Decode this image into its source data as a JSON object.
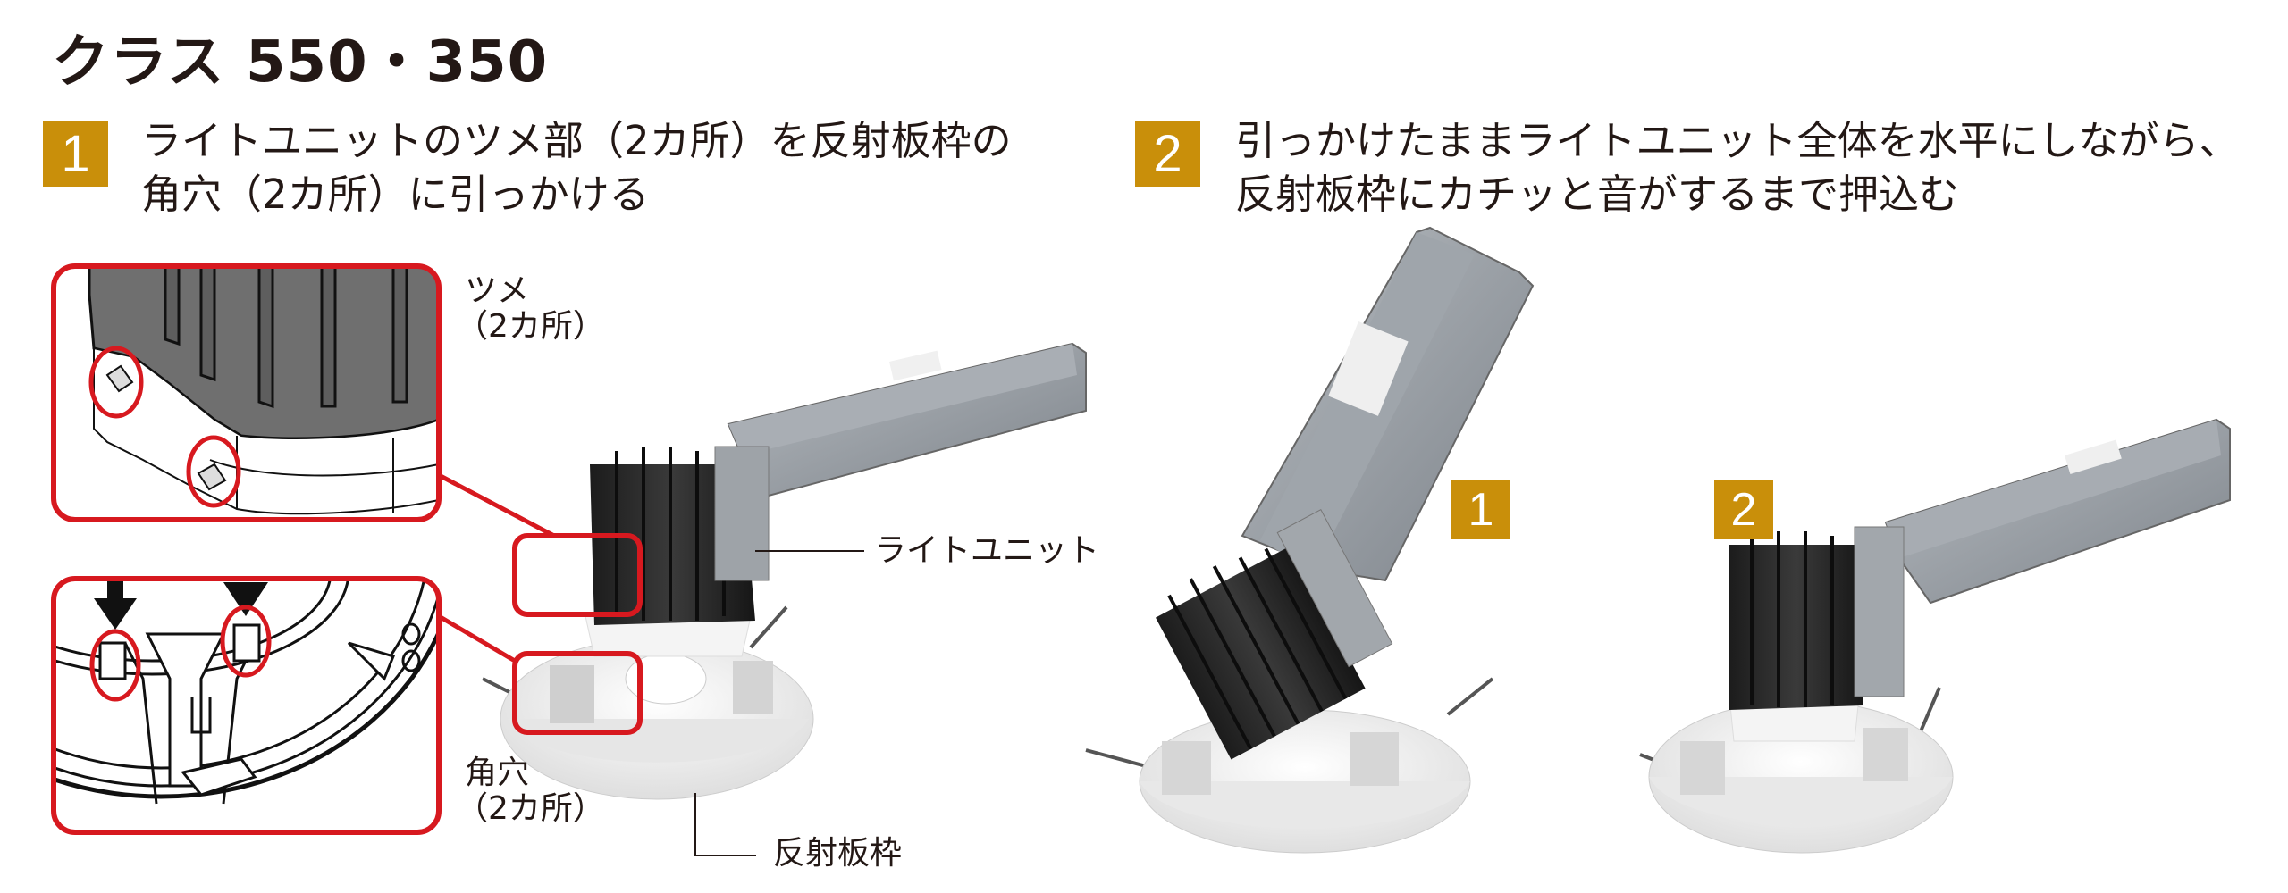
{
  "title": "クラス 550・350",
  "colors": {
    "badge": "#C98F0A",
    "callout_red": "#D7191F",
    "text": "#231815",
    "heatsink": "#2b2b2b",
    "driver_box": "#8a9096",
    "reflector": "#f2f2f2"
  },
  "steps": [
    {
      "number": "1",
      "lines": [
        "ライトユニットのツメ部（2カ所）を反射板枠の",
        "角穴（2カ所）に引っかける"
      ]
    },
    {
      "number": "2",
      "lines": [
        "引っかけたままライトユニット全体を水平にしながら、",
        "反射板枠にカチッと音がするまで押込む"
      ]
    }
  ],
  "callouts": {
    "tsume": {
      "line1": "ツメ",
      "line2": "（2カ所）"
    },
    "kakuana": {
      "line1": "角穴",
      "line2": "（2カ所）"
    },
    "light_unit": "ライトユニット",
    "reflector_frame": "反射板枠"
  },
  "substeps": [
    {
      "number": "1"
    },
    {
      "number": "2"
    }
  ],
  "icons": {
    "arrow_down": "down-arrow-icon",
    "detail_circle": "highlight-circle-icon"
  }
}
